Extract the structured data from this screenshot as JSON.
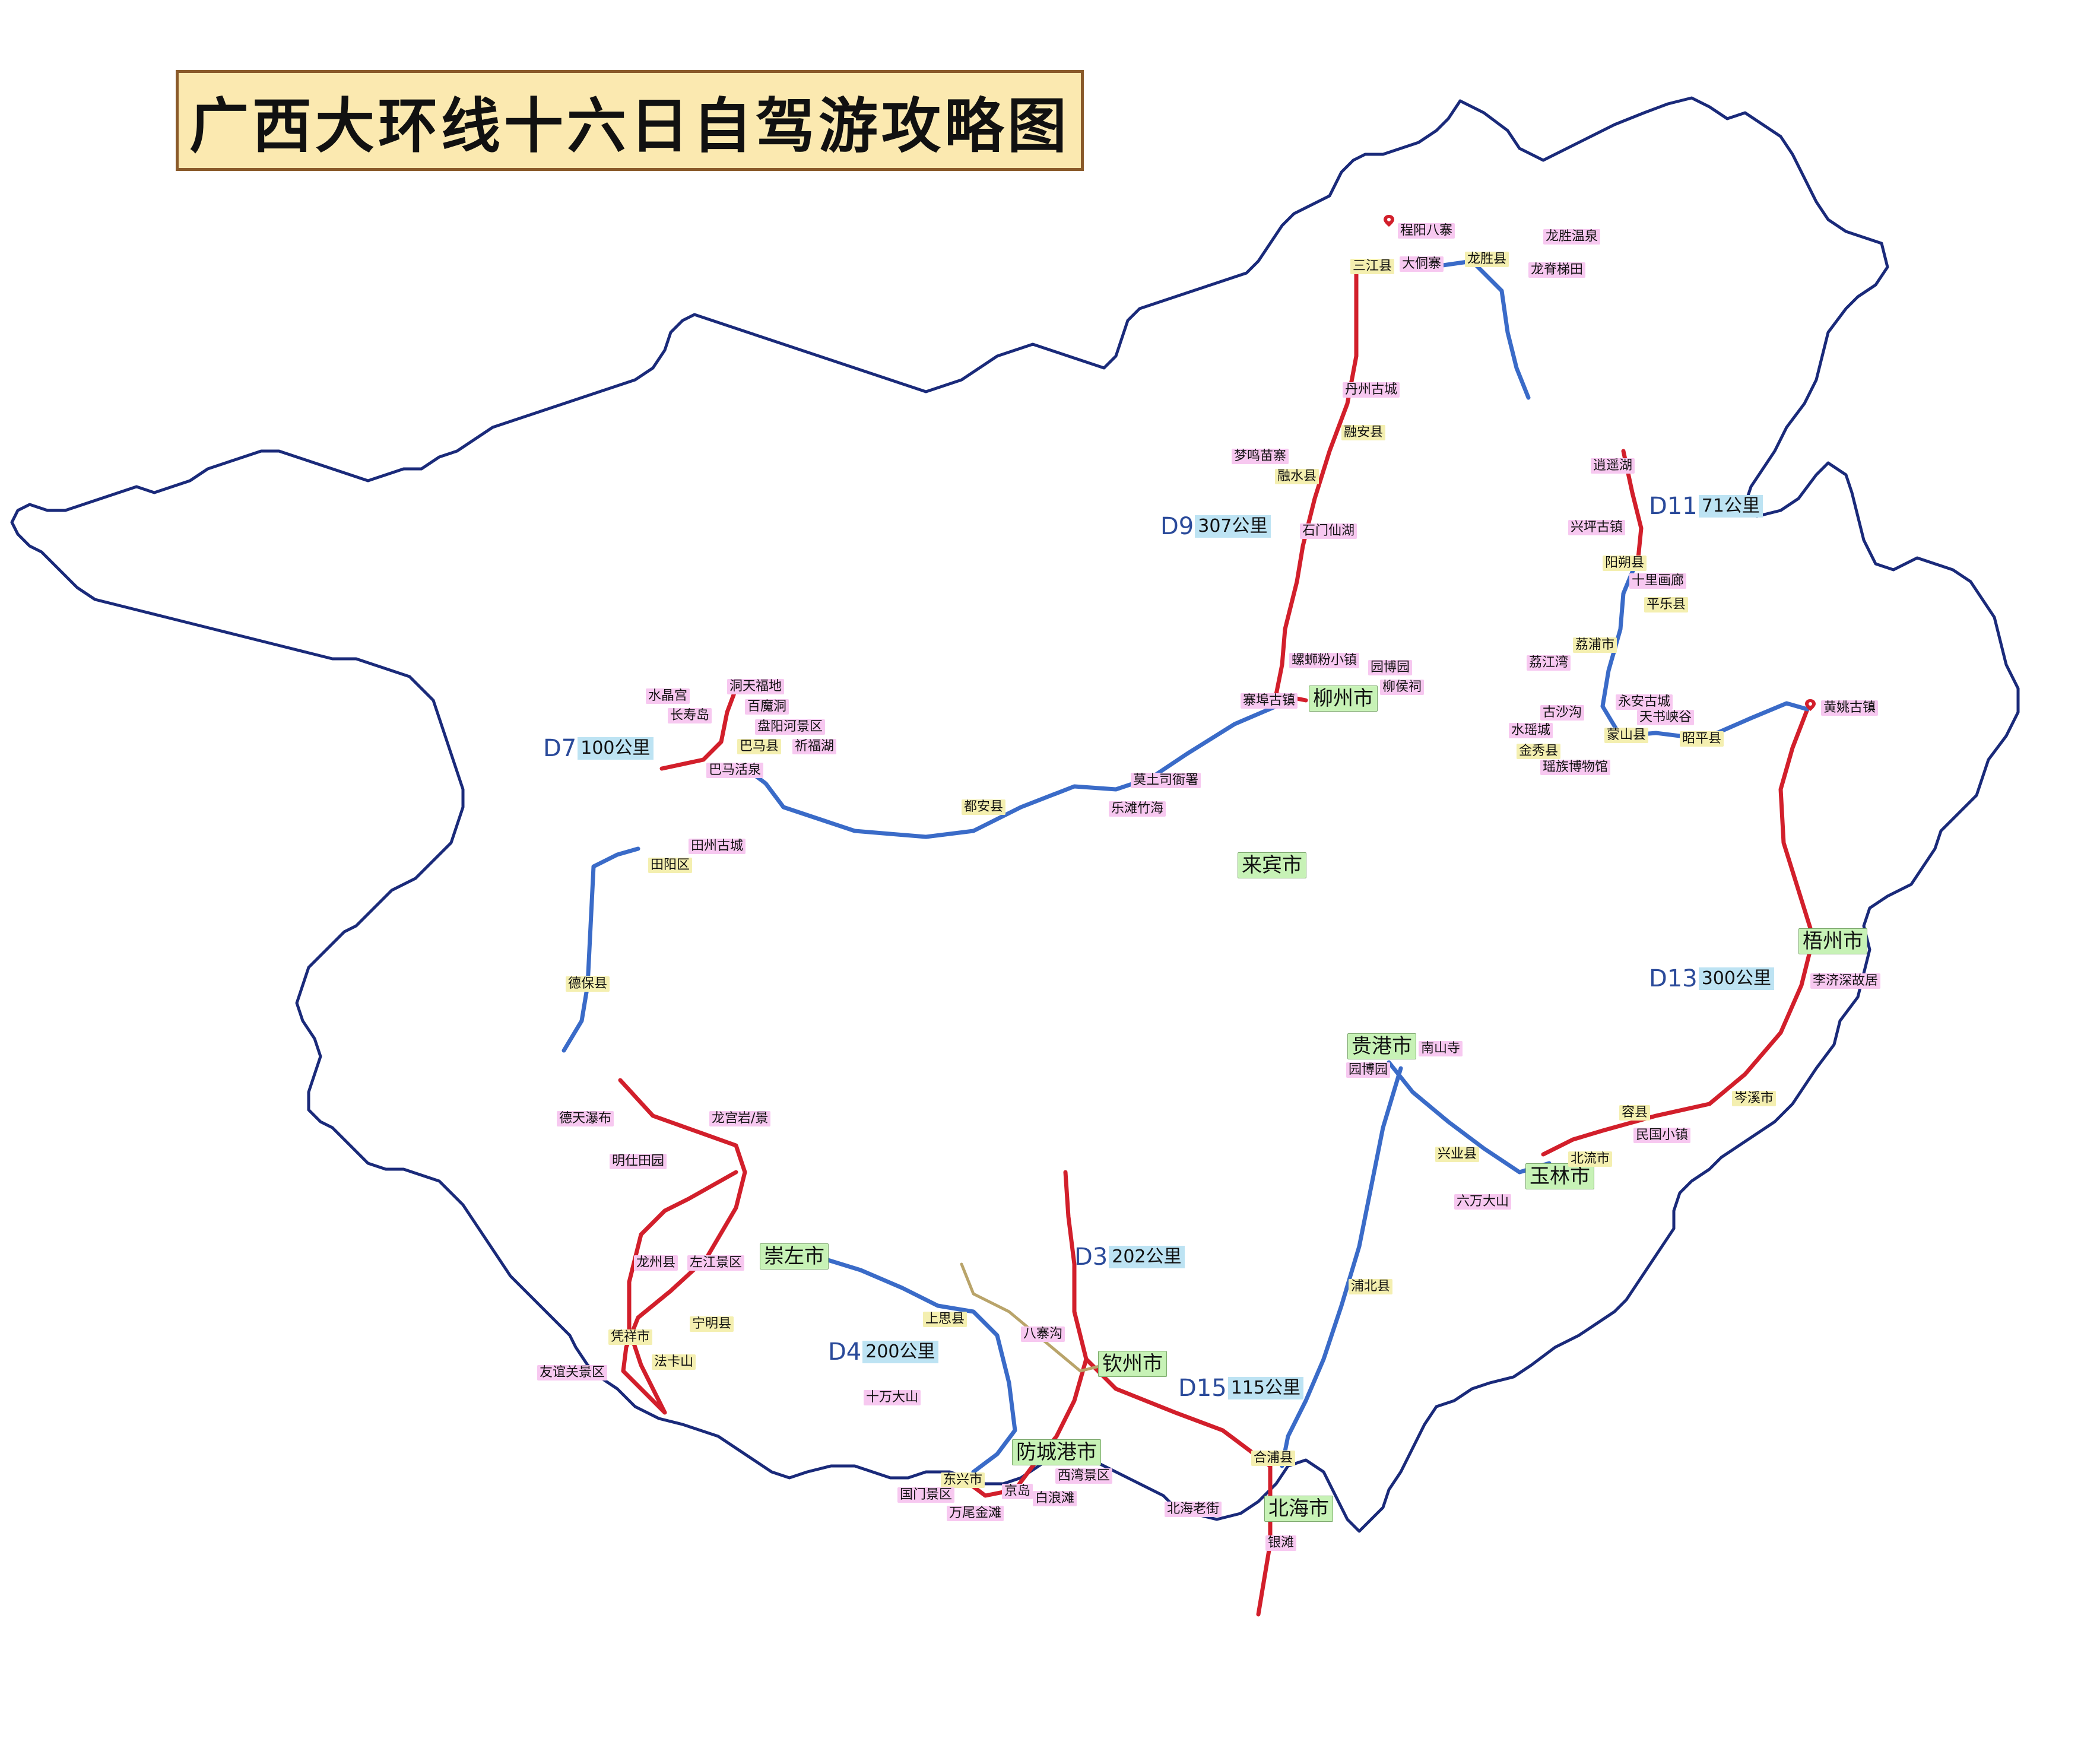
{
  "title": "广西大环线十六日自驾游攻略图",
  "colors": {
    "border": "#1a2a7a",
    "route_red": "#d21f2b",
    "route_blue": "#3a6bc8",
    "label_pink": "#f7c8f0",
    "label_yellow": "#f4efb0",
    "label_city_green": "#c7f2b6",
    "day_distance_blue": "#bde3f3",
    "title_bg": "#fbe9b0"
  },
  "cities": {
    "liuzhou": "柳州市",
    "laibin": "来宾市",
    "wuzhou": "梧州市",
    "guigang": "贵港市",
    "yulin": "玉林市",
    "chongzuo": "崇左市",
    "qinzhou": "钦州市",
    "fangchenggang": "防城港市",
    "beihai": "北海市"
  },
  "days": {
    "d7": {
      "day": "D7",
      "km": "100公里"
    },
    "d9": {
      "day": "D9",
      "km": "307公里"
    },
    "d11": {
      "day": "D11",
      "km": "71公里"
    },
    "d13": {
      "day": "D13",
      "km": "300公里"
    },
    "d3": {
      "day": "D3",
      "km": "202公里"
    },
    "d4": {
      "day": "D4",
      "km": "200公里"
    },
    "d15": {
      "day": "D15",
      "km": "115公里"
    }
  },
  "places": {
    "chengyang": "程阳八寨",
    "sanjiang": "三江县",
    "dadong": "大侗寨",
    "longsheng": "龙胜县",
    "longsheng_hot": "龙胜温泉",
    "longji": "龙脊梯田",
    "danzhou": "丹州古城",
    "rongan": "融安县",
    "mengming": "梦鸣苗寨",
    "rongshui": "融水县",
    "shimen": "石门仙湖",
    "luosifen": "螺蛳粉小镇",
    "yuanbo_lz": "园博园",
    "liuhou": "柳侯祠",
    "zhaizhuang": "寨埠古镇",
    "xiaoyao": "逍遥湖",
    "xingping": "兴坪古镇",
    "yangshuo": "阳朔县",
    "shili": "十里画廊",
    "pingle": "平乐县",
    "lijiang_bay": "荔江湾",
    "lipu": "荔浦市",
    "gushagou": "古沙沟",
    "yongan": "永安古城",
    "tianshu": "天书峡谷",
    "shuiyao": "水瑶城",
    "mengshan": "蒙山县",
    "zhaoping": "昭平县",
    "jinxiu": "金秀县",
    "yaozu": "瑶族博物馆",
    "huangyao": "黄姚古镇",
    "lijishen": "李济深故居",
    "shuijing": "水晶宫",
    "dongtian": "洞天福地",
    "changshou": "长寿岛",
    "baimo": "百魔洞",
    "panyang": "盘阳河景区",
    "bama": "巴马县",
    "qifu": "祈福湖",
    "bama_hq": "巴马活泉",
    "duan": "都安县",
    "motu": "莫土司衙署",
    "letan": "乐滩竹海",
    "tianzhou": "田州古城",
    "tianyang": "田阳区",
    "debao": "德保县",
    "detian": "德天瀑布",
    "longgong": "龙宫岩/景",
    "mingshi": "明仕田园",
    "longzhou": "龙州县",
    "zuojiang": "左江景区",
    "pingxiang": "凭祥市",
    "ningming": "宁明县",
    "youyi": "友谊关景区",
    "faka": "法卡山",
    "shangsi": "上思县",
    "bazhai": "八寨沟",
    "shiwan": "十万大山",
    "dongxing": "东兴市",
    "guomen": "国门景区",
    "jingdao": "京岛",
    "wanwei": "万尾金滩",
    "baishui": "白浪滩",
    "xiwan": "西湾景区",
    "nanshan": "南山寺",
    "yuanbo_gg": "园博园",
    "xingye": "兴业县",
    "beiliu": "北流市",
    "liuwan": "六万大山",
    "rong": "容县",
    "minguo": "民国小镇",
    "cenxi": "岑溪市",
    "pubei": "浦北县",
    "hepu": "合浦县",
    "beihai_old": "北海老街",
    "yintan": "银滩"
  }
}
